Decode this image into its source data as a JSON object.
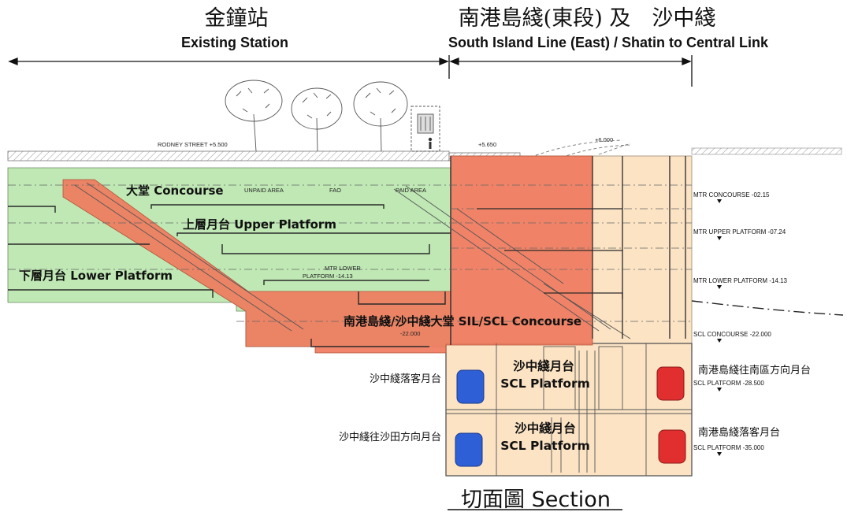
{
  "headers": {
    "existing_zh": "金鐘站",
    "existing_en": "Existing Station",
    "new_zh": "南港島綫(東段) 及　沙中綫",
    "new_en": "South Island Line (East) / Shatin to Central Link"
  },
  "street": {
    "rodney": "RODNEY STREET +5.500",
    "level_a": "+5.650",
    "level_b": "+6.000"
  },
  "areas": {
    "unpaid": "UNPAID AREA",
    "fao": "FAO",
    "paid": "PAID AREA",
    "mtr_lower_1": "MTR LOWER",
    "mtr_lower_2": "PLATFORM -14.13",
    "sil_level": "-22.000"
  },
  "zones": {
    "concourse": "大堂  Concourse",
    "upper": "上層月台  Upper Platform",
    "lower": "下層月台  Lower Platform",
    "sil_scl": "南港島綫/沙中綫大堂  SIL/SCL Concourse",
    "scl_zh_1": "沙中綫月台",
    "scl_en_1": "SCL Platform",
    "scl_zh_2": "沙中綫月台",
    "scl_en_2": "SCL Platform"
  },
  "levels": {
    "mtr_concourse": "MTR CONCOURSE -02.15",
    "mtr_upper": "MTR UPPER PLATFORM -07.24",
    "mtr_lower": "MTR LOWER PLATFORM -14.13",
    "scl_concourse": "SCL CONCOURSE -22.000",
    "scl_platform_1": "SCL PLATFORM -28.500",
    "scl_platform_2": "SCL PLATFORM -35.000"
  },
  "side_labels": {
    "scl_alighting": "沙中綫落客月台",
    "scl_to_shatin": "沙中綫往沙田方向月台",
    "sil_to_south": "南港島綫往南區方向月台",
    "sil_alighting": "南港島綫落客月台"
  },
  "footer": {
    "section": "切面圖  Section"
  },
  "colors": {
    "existing_green": "#bfe8b4",
    "new_red": "#ef7b5e",
    "new_beige": "#fbe3c4",
    "train_blue": "#2f5fd6",
    "train_red": "#e12f2f"
  }
}
